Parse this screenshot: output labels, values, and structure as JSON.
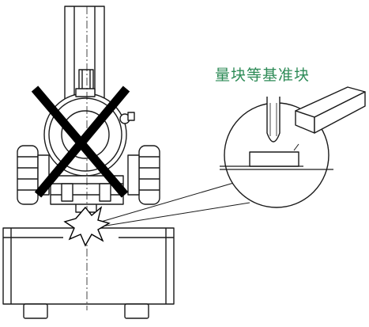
{
  "figure": {
    "callout_label": "量块等基准块",
    "label_color": "#2e8b57",
    "line_color": "#1a1a1a",
    "cross_color": "#000000",
    "icons": [
      "microscope-illustration",
      "cross-mark-icon",
      "spark-burst-icon",
      "gauge-block-icon",
      "probe-tip-icon",
      "magnifier-callout-circle"
    ]
  }
}
